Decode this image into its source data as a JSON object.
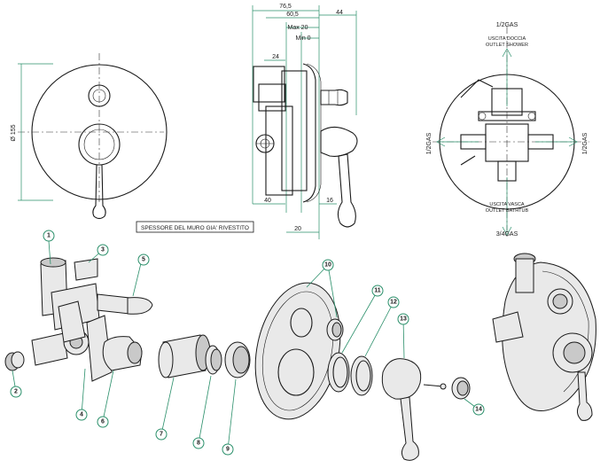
{
  "dimensions": {
    "top_overall": "76,5",
    "top_inner": "60,5",
    "top_right": "44",
    "max": "Max 20",
    "min": "Min 0",
    "d24": "24",
    "diameter": "Ø 155",
    "bottom_left": "40",
    "bottom_right": "16",
    "bottom_20": "20"
  },
  "wall_note": "SPESSORE DEL MURO GIA' RIVESTITO",
  "outlets": {
    "top_size": "1/2GAS",
    "top_label_it": "USCITA DOCCIA",
    "top_label_en": "OUTLET SHOWER",
    "left_size": "1/2GAS",
    "right_size": "1/2GAS",
    "bottom_label_it": "USCITA VASCA",
    "bottom_label_en": "OUTLET BATHTUB",
    "bottom_size": "3/4GAS"
  },
  "callouts": [
    "1",
    "3",
    "5",
    "2",
    "4",
    "6",
    "7",
    "8",
    "9",
    "10",
    "11",
    "12",
    "13",
    "14"
  ]
}
